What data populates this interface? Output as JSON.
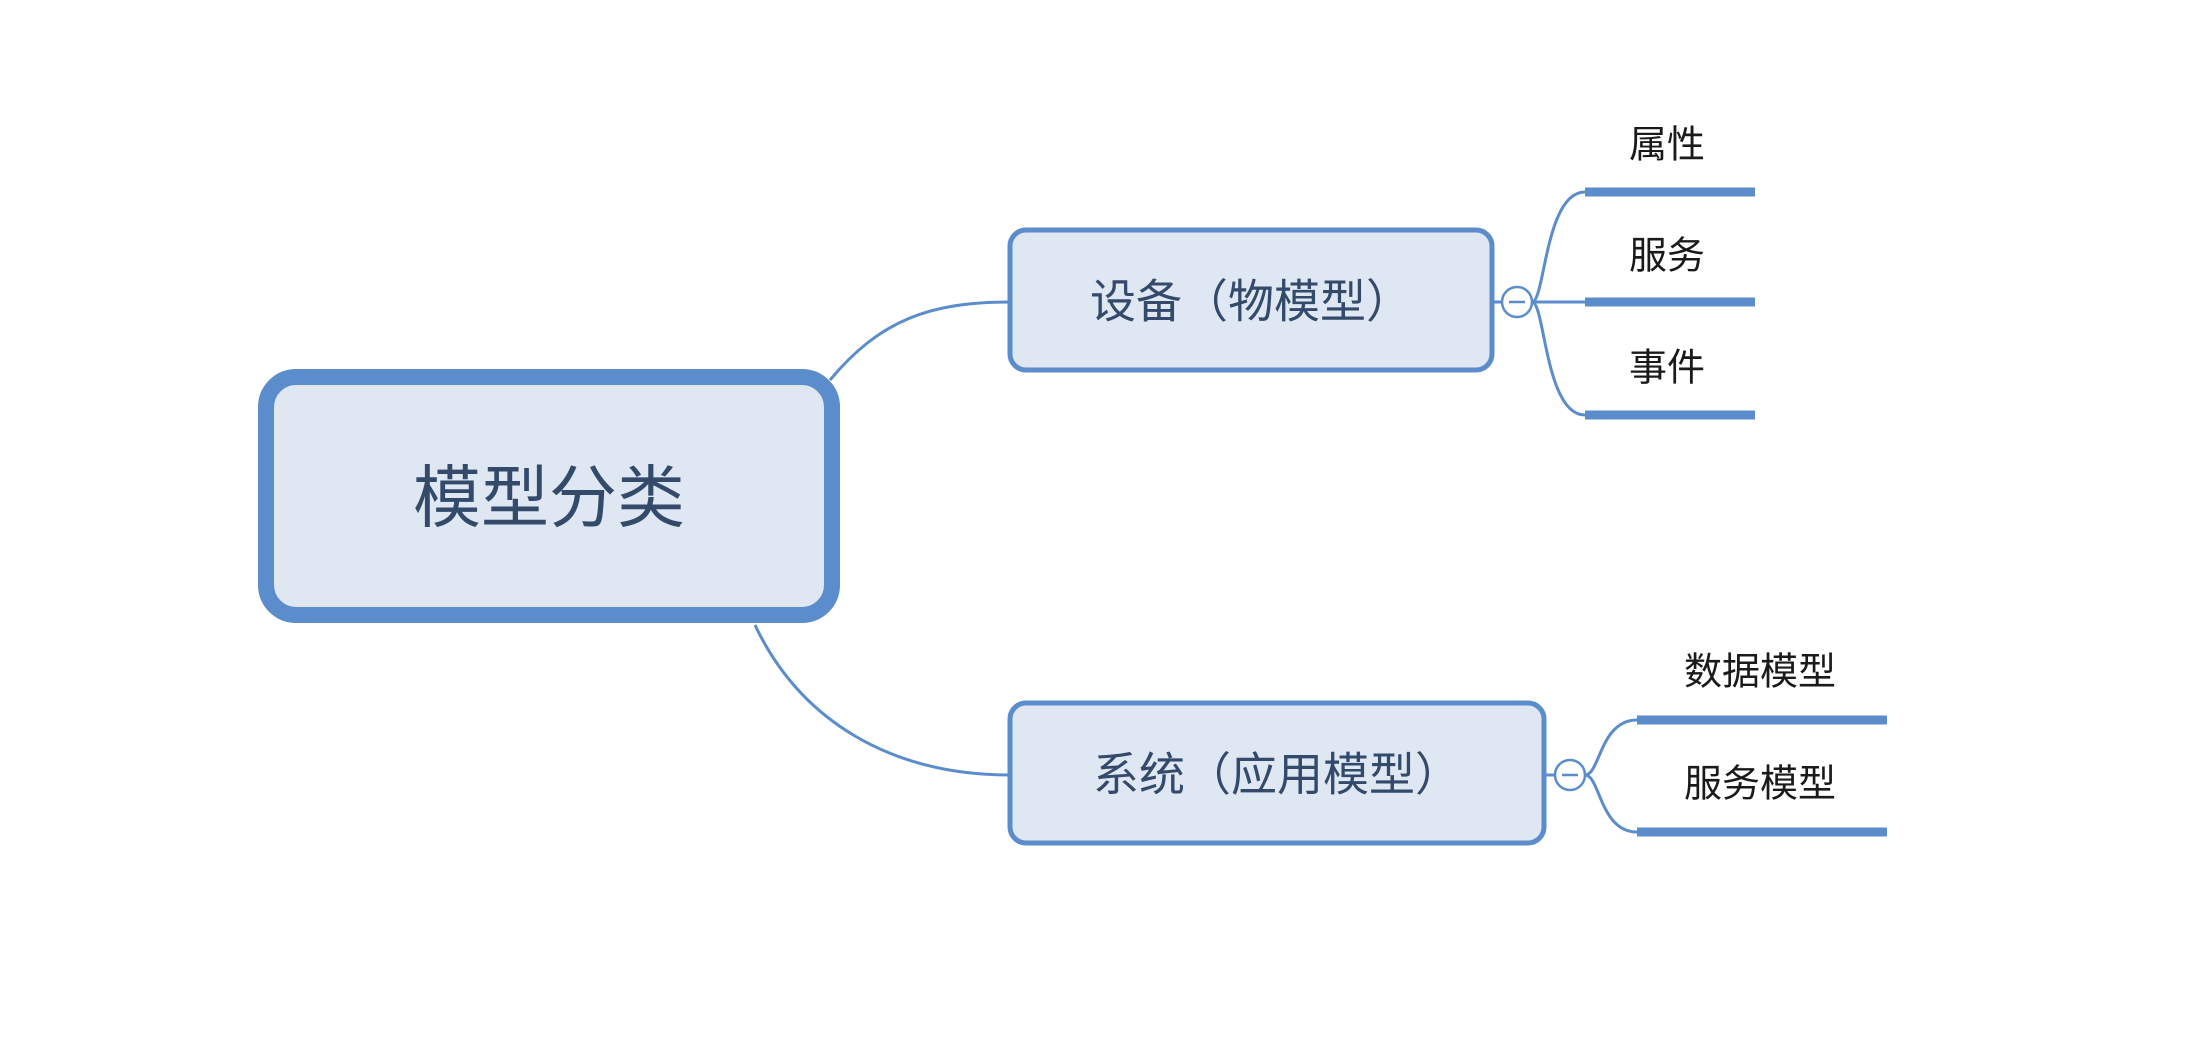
{
  "diagram": {
    "root": {
      "label": "模型分类"
    },
    "branches": [
      {
        "label": "设备（物模型）",
        "collapsed": false,
        "children": [
          "属性",
          "服务",
          "事件"
        ]
      },
      {
        "label": "系统（应用模型）",
        "collapsed": false,
        "children": [
          "数据模型",
          "服务模型"
        ]
      }
    ]
  },
  "colors": {
    "node_fill": "#dfe7f2",
    "node_stroke": "#5b8ccb",
    "node_text": "#334a6b",
    "leaf_text": "#1a1a1a"
  }
}
